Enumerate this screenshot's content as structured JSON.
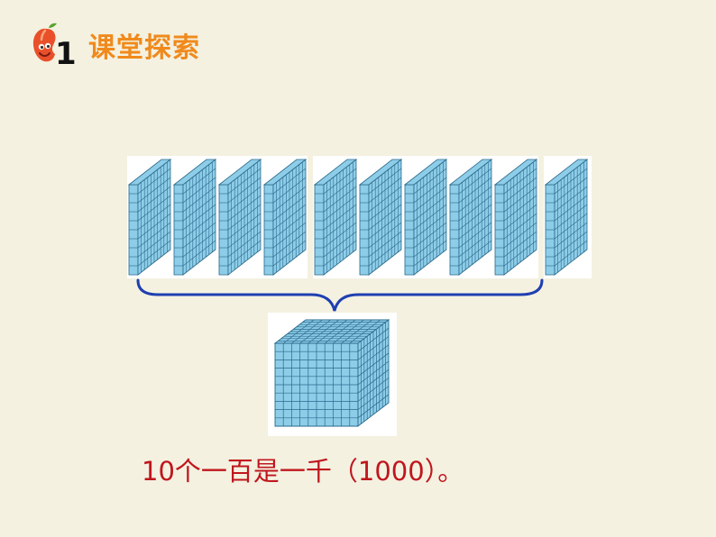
{
  "header": {
    "section_number": "1",
    "title": "课堂探索"
  },
  "figure": {
    "hundred_flats_count": 10,
    "thousand_cube_count": 1,
    "block_color": "#8ecde8",
    "line_color": "#2a6a8c",
    "brace_color": "#1f3fb0"
  },
  "caption": "10个一百是一千（1000）。",
  "colors": {
    "title": "#f08a1c",
    "caption": "#c0161d",
    "background": "#f4f1e1"
  }
}
